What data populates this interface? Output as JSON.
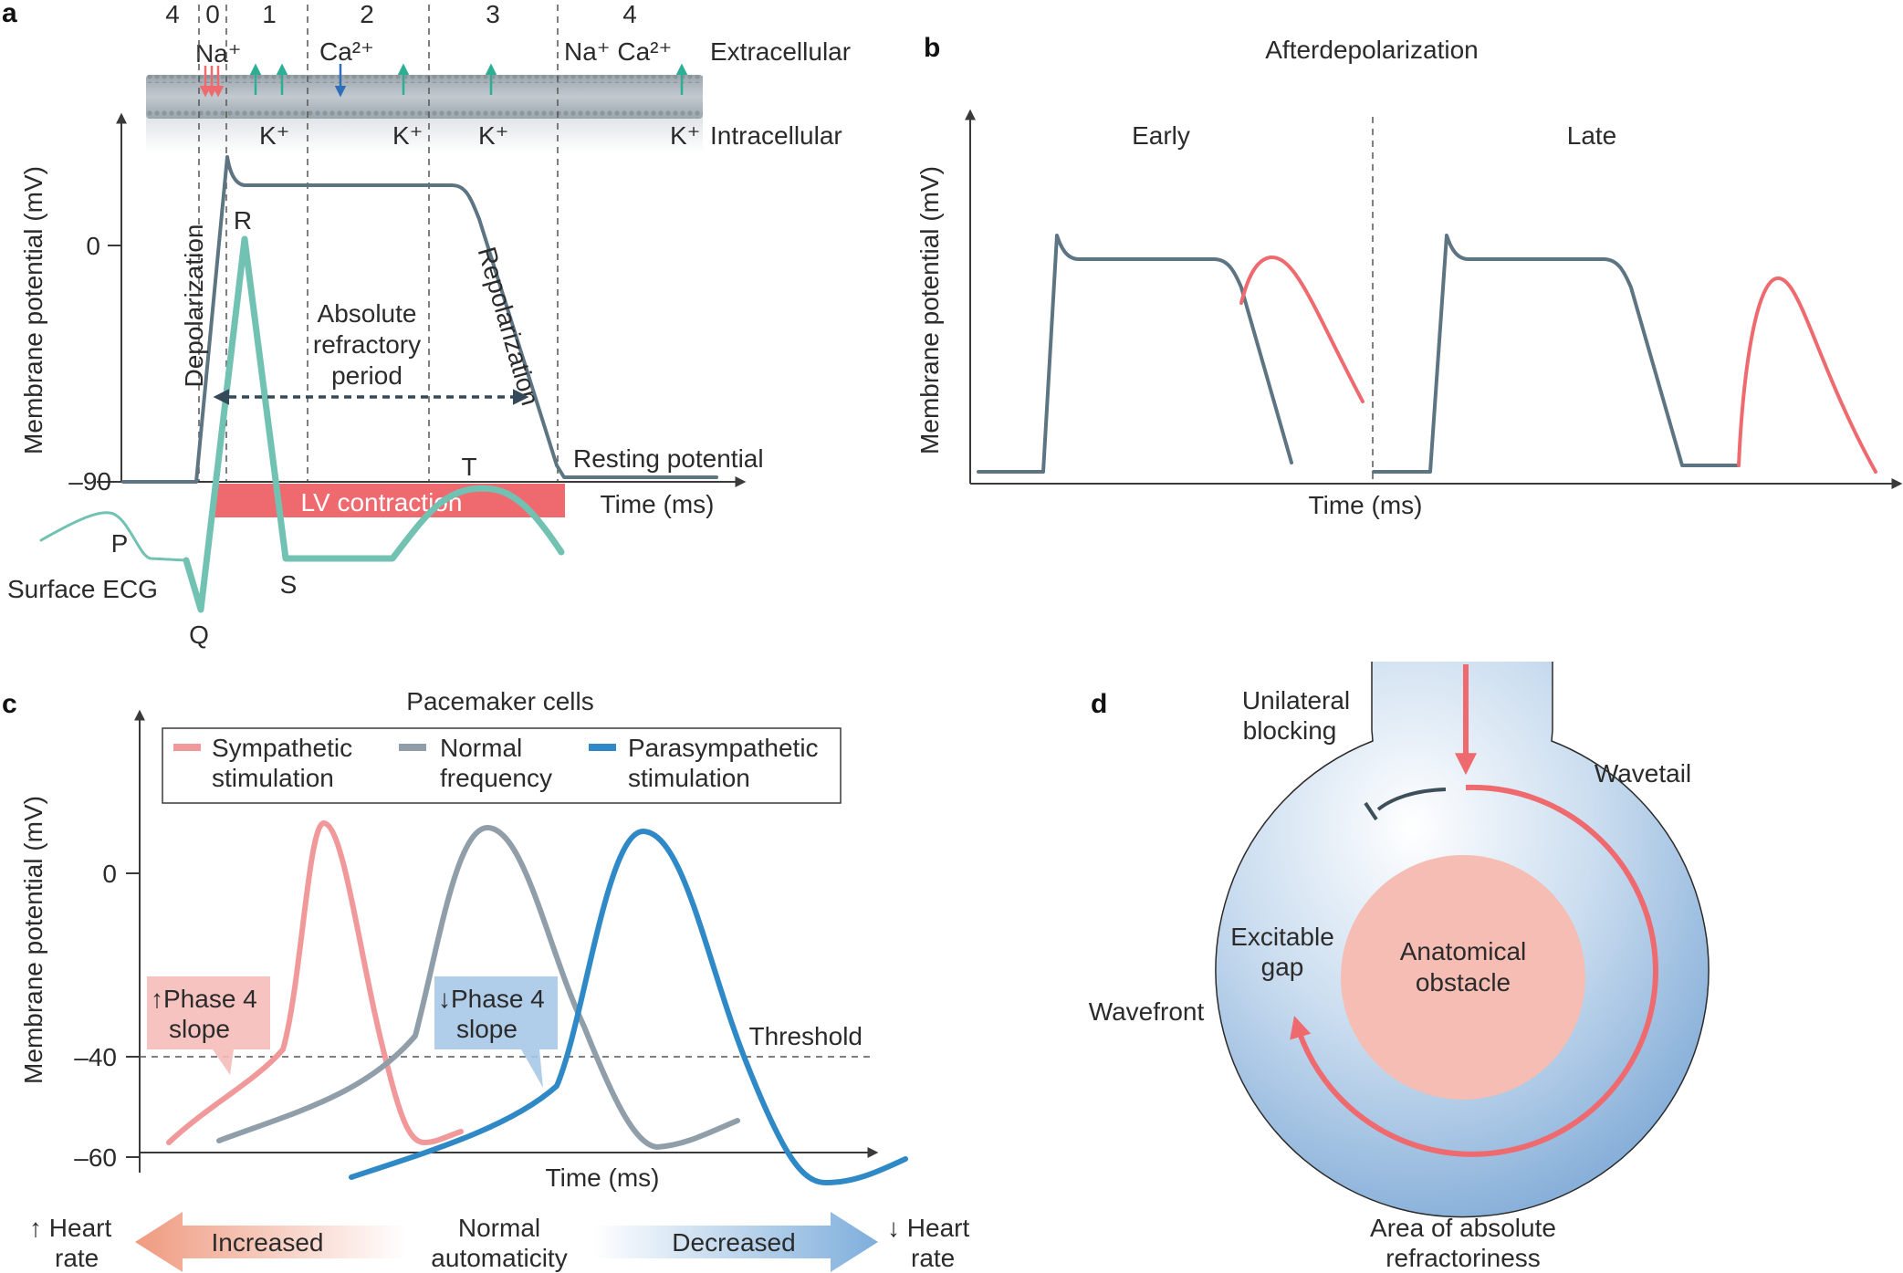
{
  "colors": {
    "action_potential": "#5d7482",
    "ecg": "#72c2b3",
    "afterdepolarization": "#ee6a6f",
    "lv_contraction": "#ee6a6f",
    "sympathetic": "#f1999a",
    "normal": "#8f9ea8",
    "parasympathetic": "#2e89c6",
    "ion_arrow_teal": "#2fae96",
    "ion_arrow_blue": "#2e6fb8",
    "anatomical_obstacle": "#f5bdb3",
    "refractory_area": "#8fb5dc"
  },
  "panel_a": {
    "label": "a",
    "phases": [
      "4",
      "0",
      "1",
      "2",
      "3",
      "4"
    ],
    "ions_top": {
      "na": "Na⁺",
      "ca": "Ca²⁺",
      "na_ca": "Na⁺ Ca²⁺"
    },
    "extracellular": "Extracellular",
    "intracellular": "Intracellular",
    "k_labels": [
      "K⁺",
      "K⁺",
      "K⁺",
      "K⁺"
    ],
    "ylabel": "Membrane potential (mV)",
    "yticks": [
      "0",
      "–90"
    ],
    "depolarization": "Depolarization",
    "repolarization": "Repolarization",
    "refractory": [
      "Absolute",
      "refractory",
      "period"
    ],
    "resting": "Resting potential",
    "xlabel": "Time (ms)",
    "lv_contraction": "LV contraction",
    "ecg_label": "Surface ECG",
    "ecg_waves": {
      "p": "P",
      "q": "Q",
      "r": "R",
      "s": "S",
      "t": "T"
    }
  },
  "panel_b": {
    "label": "b",
    "title": "Afterdepolarization",
    "early": "Early",
    "late": "Late",
    "ylabel": "Membrane potential (mV)",
    "xlabel": "Time (ms)"
  },
  "panel_c": {
    "label": "c",
    "title": "Pacemaker cells",
    "legend": [
      {
        "line1": "Sympathetic",
        "line2": "stimulation",
        "color": "#f1999a"
      },
      {
        "line1": "Normal",
        "line2": "frequency",
        "color": "#8f9ea8"
      },
      {
        "line1": "Parasympathetic",
        "line2": "stimulation",
        "color": "#2e89c6"
      }
    ],
    "ylabel": "Membrane potential (mV)",
    "yticks": [
      "0",
      "–40",
      "–60"
    ],
    "threshold": "Threshold",
    "xlabel": "Time (ms)",
    "up_slope": [
      "↑Phase 4",
      "slope"
    ],
    "down_slope": [
      "↓Phase 4",
      "slope"
    ],
    "heart_up": [
      "↑ Heart",
      "rate"
    ],
    "heart_down": [
      "↓ Heart",
      "rate"
    ],
    "increased": "Increased",
    "decreased": "Decreased",
    "normal_auto": [
      "Normal",
      "automaticity"
    ]
  },
  "panel_d": {
    "label": "d",
    "unilateral": [
      "Unilateral",
      "blocking"
    ],
    "wavetail": "Wavetail",
    "excitable_gap": [
      "Excitable",
      "gap"
    ],
    "wavefront": "Wavefront",
    "obstacle": [
      "Anatomical",
      "obstacle"
    ],
    "refractoriness": [
      "Area of absolute",
      "refractoriness"
    ]
  }
}
